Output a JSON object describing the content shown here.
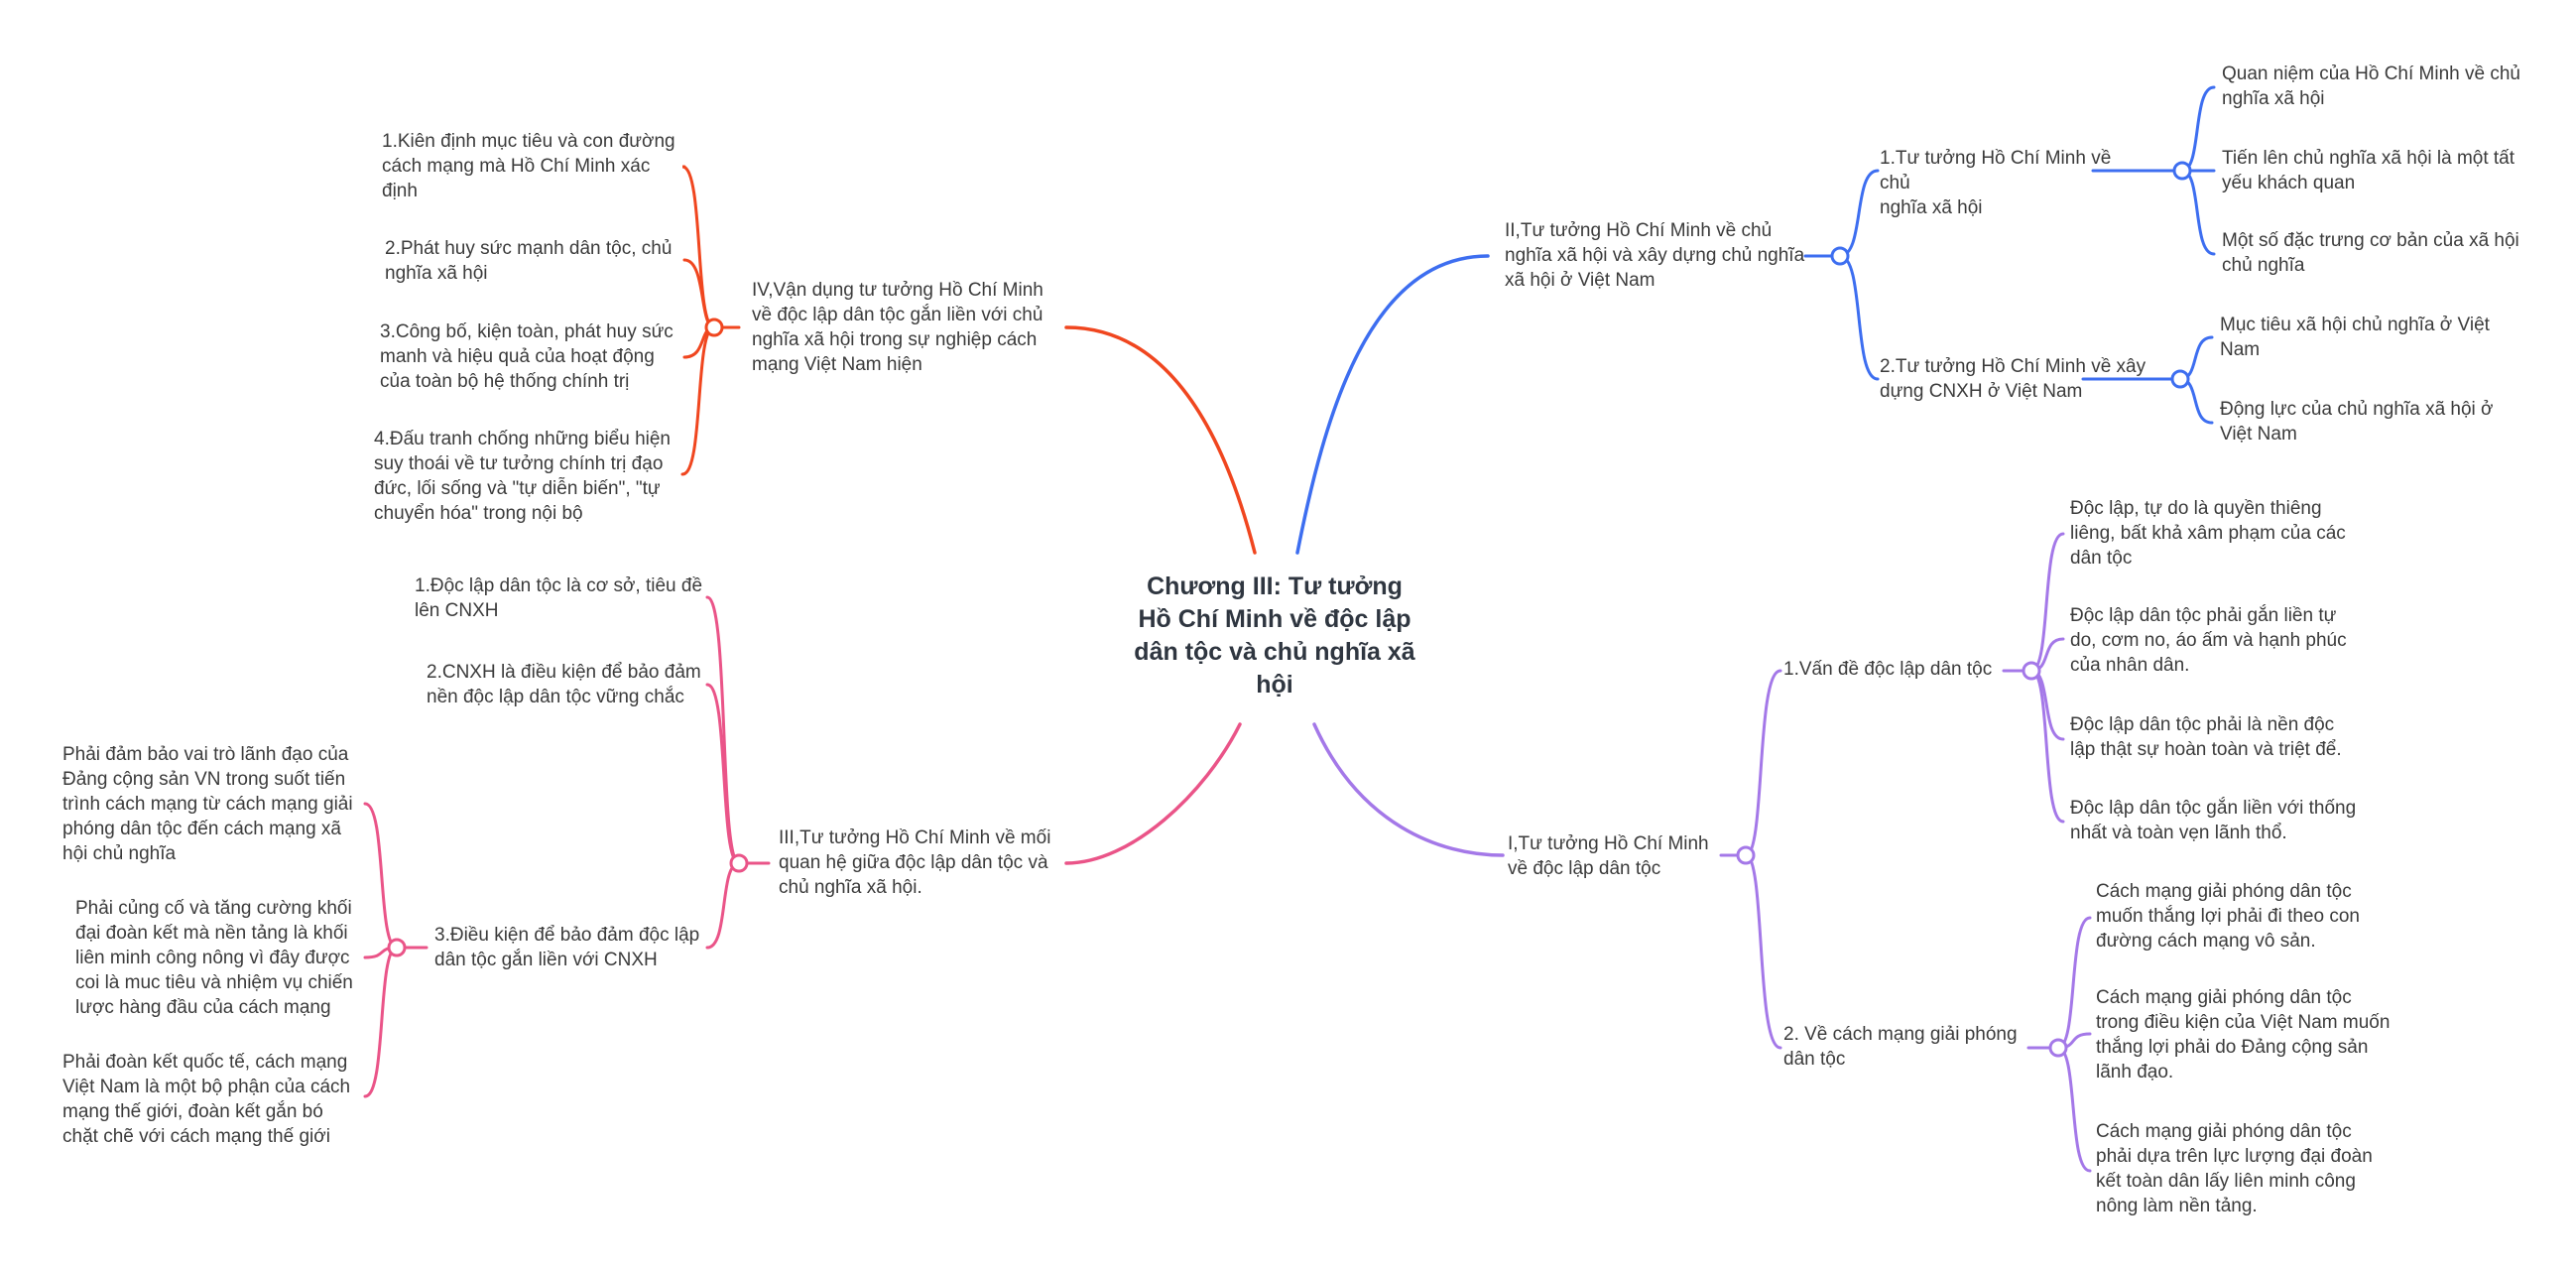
{
  "root": {
    "title": "Chương III: Tư tưởng\nHồ Chí Minh về độc lập\ndân tộc và chủ nghĩa xã\nhội"
  },
  "colors": {
    "red": "#f0461f",
    "blue": "#3d6ef0",
    "purple": "#a478e8",
    "pink": "#ea5488"
  },
  "branches": {
    "b1": {
      "title": "I,Tư tưởng Hồ Chí Minh\nvề độc lập dân tộc",
      "children": [
        {
          "title": "1.Vấn đề độc lập dân tộc",
          "children": [
            "Độc lập, tự do là quyền thiêng\nliêng, bất khả xâm phạm của các\ndân tộc",
            "Độc lập dân tộc phải gắn liền tự\ndo, cơm no, áo ấm và hạnh phúc\ncủa nhân dân.",
            "Độc lập dân tộc phải là nền độc\nlập thật sự hoàn toàn và triệt để.",
            "Độc lập dân tộc gắn liền với thống\nnhất và toàn vẹn lãnh thổ."
          ]
        },
        {
          "title": "2. Về cách mạng giải phóng\ndân tộc",
          "children": [
            "Cách mạng giải phóng dân tộc\nmuốn thắng lợi phải đi theo con\nđường cách mạng vô sản.",
            "Cách mạng giải phóng dân tộc\ntrong điều kiện của Việt Nam muốn\nthắng lợi phải do Đảng cộng sản\nlãnh đạo.",
            "Cách mạng giải phóng dân tộc\nphải dựa trên lực lượng đại đoàn\nkết toàn dân lấy liên minh công\nnông làm nền tảng."
          ]
        }
      ]
    },
    "b2": {
      "title": "II,Tư tưởng Hồ Chí Minh về chủ\nnghĩa xã hội và xây dựng chủ nghĩa\nxã hội ở Việt Nam",
      "children": [
        {
          "title": "1.Tư tưởng Hồ Chí Minh về chủ\nnghĩa xã hội",
          "children": [
            "Quan niệm của Hồ Chí Minh về chủ\nnghĩa xã hội",
            "Tiến lên chủ nghĩa xã hội là một tất\nyếu khách quan",
            "Một số đặc trưng cơ bản của xã hội\nchủ nghĩa"
          ]
        },
        {
          "title": "2.Tư tưởng Hồ Chí Minh về xây\ndựng CNXH ở Việt Nam",
          "children": [
            "Mục tiêu xã hội chủ nghĩa ở Việt\nNam",
            "Động lực của chủ nghĩa xã hội ở\nViệt Nam"
          ]
        }
      ]
    },
    "b3": {
      "title": "III,Tư tưởng Hồ Chí Minh về mối\nquan hệ giữa độc lập dân tộc và\nchủ nghĩa xã hội.",
      "children": [
        {
          "title": "1.Độc lập dân tộc là cơ sở, tiêu đề\nlên CNXH"
        },
        {
          "title": "2.CNXH là điều kiện để bảo đảm\nnền độc lập dân tộc vững chắc"
        },
        {
          "title": "3.Điều kiện để bảo đảm độc lập\ndân tộc gắn liền với CNXH",
          "children": [
            "Phải đảm bảo vai trò lãnh đạo của\nĐảng cộng sản VN trong suốt tiến\ntrình cách mạng từ cách mạng giải\nphóng dân tộc đến cách mạng xã\nhội chủ nghĩa",
            "Phải củng cố và tăng cường khối\nđại đoàn kết mà nền tảng là khối\nliên minh công nông vì đây được\ncoi là muc tiêu và nhiệm vụ chiến\nlược hàng đầu của cách mạng",
            "Phải đoàn kết quốc tế, cách mạng\nViệt Nam là một bộ phận của cách\nmạng thế giới, đoàn kết gắn bó\nchặt chẽ với cách mạng thế giới"
          ]
        }
      ]
    },
    "b4": {
      "title": "IV,Vận dụng tư tưởng Hồ Chí Minh\nvề độc lập dân tộc gắn liền với chủ\nnghĩa xã hội trong sự nghiệp cách\nmạng Việt Nam hiện",
      "children": [
        "1.Kiên định mục tiêu và con đường\ncách mạng mà Hồ Chí Minh xác\nđịnh",
        "2.Phát huy sức mạnh dân tộc, chủ\nnghĩa xã hội",
        "3.Công bố, kiện toàn, phát huy sức\nmanh và hiệu quả của hoạt động\ncủa toàn bộ hệ thống chính trị",
        "4.Đấu tranh chống những biểu hiện\nsuy thoái về tư tưởng chính trị đạo\nđức, lối sống và \"tự diễn biến\", \"tự\nchuyển hóa\" trong nội bộ"
      ]
    }
  }
}
